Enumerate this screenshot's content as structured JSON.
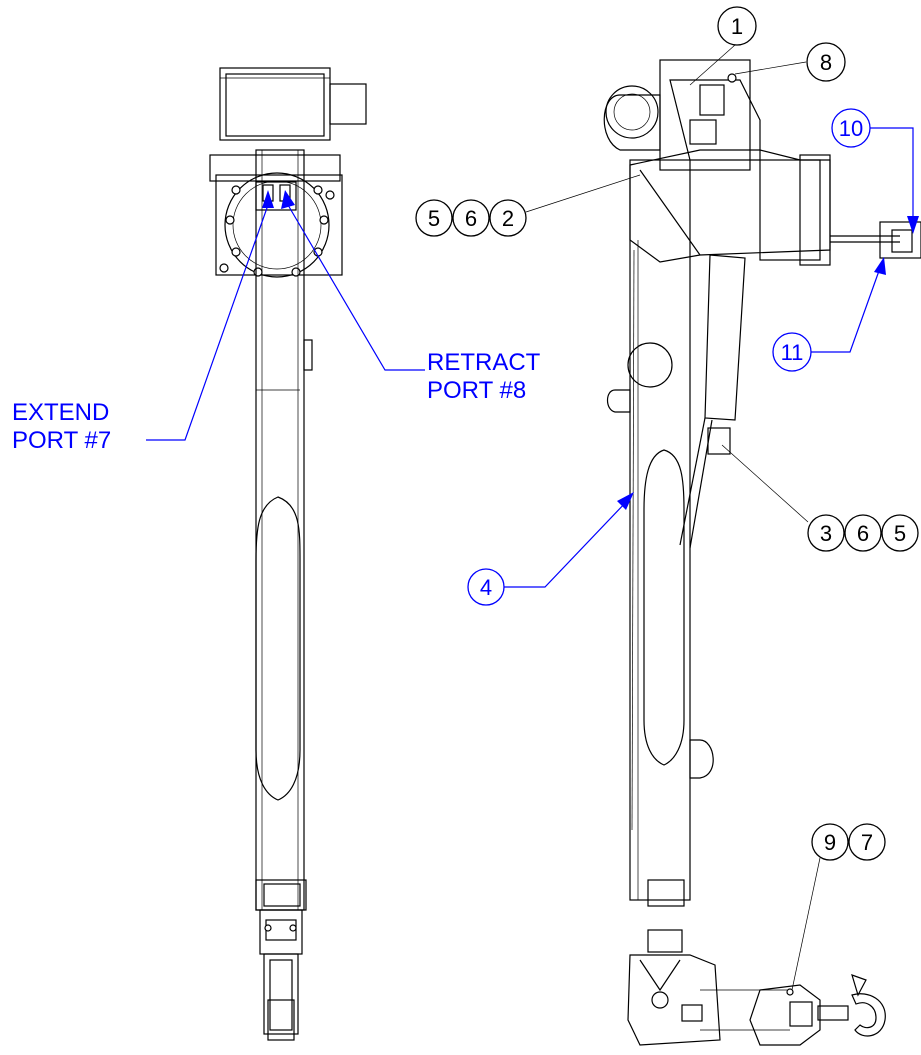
{
  "colors": {
    "line": "#000000",
    "accent": "#0000ff",
    "background": "#ffffff"
  },
  "labels": {
    "extend_line1": "EXTEND",
    "extend_line2": "PORT #7",
    "retract_line1": "RETRACT",
    "retract_line2": "PORT #8"
  },
  "balloons": {
    "b1": "1",
    "b8": "8",
    "b10": "10",
    "b11": "11",
    "b562_a": "5",
    "b562_b": "6",
    "b562_c": "2",
    "b365_a": "3",
    "b365_b": "6",
    "b365_c": "5",
    "b4": "4",
    "b97_a": "9",
    "b97_b": "7"
  }
}
